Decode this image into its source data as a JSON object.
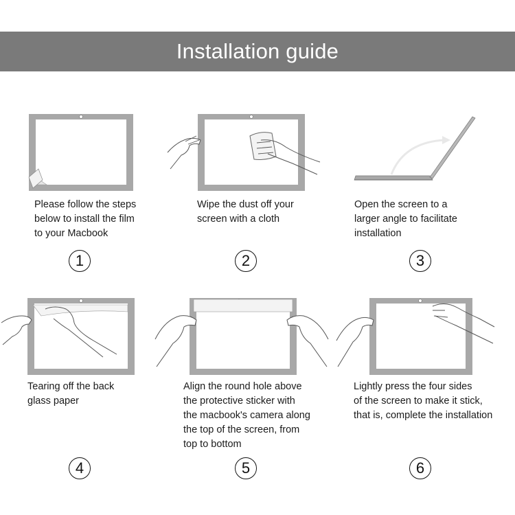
{
  "header": {
    "title": "Installation guide"
  },
  "steps": [
    {
      "number": "1",
      "caption": "Please follow the steps\nbelow to install the film\nto your Macbook"
    },
    {
      "number": "2",
      "caption": "Wipe the dust off your\nscreen with a cloth"
    },
    {
      "number": "3",
      "caption": "Open the screen to a\nlarger angle to facilitate\ninstallation"
    },
    {
      "number": "4",
      "caption": "Tearing off the back\nglass paper"
    },
    {
      "number": "5",
      "caption": "Align the round hole above\nthe protective sticker with\nthe macbook's camera along\nthe top of the screen, from\ntop to bottom"
    },
    {
      "number": "6",
      "caption": "Lightly press the four sides\nof the screen to make it stick,\nthat is, complete the installation"
    }
  ],
  "colors": {
    "banner": "#7a7a7a",
    "frame": "#a3a3a3"
  }
}
